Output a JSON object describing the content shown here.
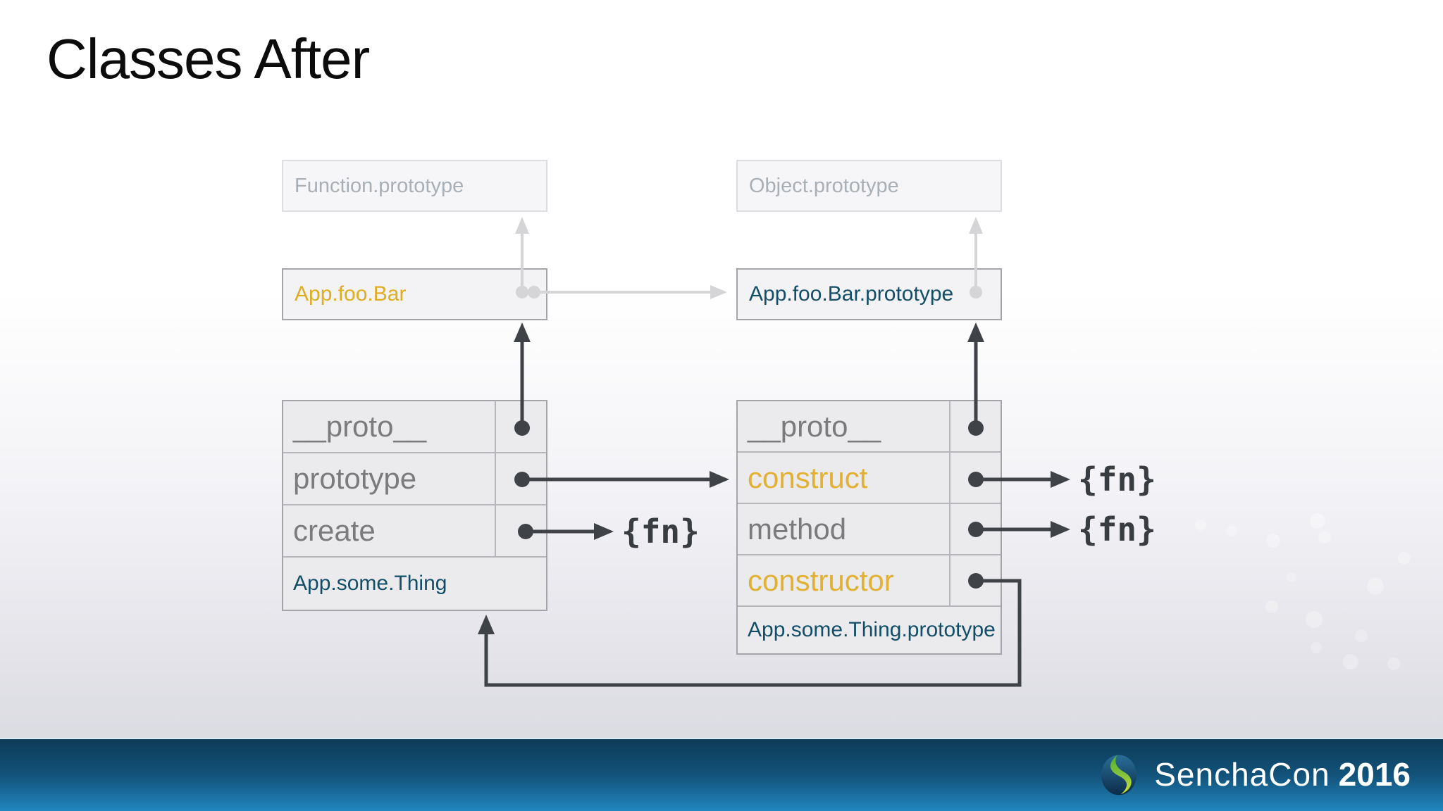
{
  "slide": {
    "title": "Classes After"
  },
  "diagram": {
    "boxes": {
      "function_prototype": {
        "label": "Function.prototype"
      },
      "object_prototype": {
        "label": "Object.prototype"
      },
      "app_foo_bar": {
        "label": "App.foo.Bar"
      },
      "app_foo_bar_prototype": {
        "label": "App.foo.Bar.prototype"
      }
    },
    "left_table": {
      "rows": [
        {
          "label": "__proto__"
        },
        {
          "label": "prototype"
        },
        {
          "label": "create"
        }
      ],
      "footer": "App.some.Thing"
    },
    "right_table": {
      "rows": [
        {
          "label": "__proto__"
        },
        {
          "label": "construct"
        },
        {
          "label": "method"
        },
        {
          "label": "constructor"
        }
      ],
      "footer": "App.some.Thing.prototype"
    },
    "fn_labels": [
      "{fn}",
      "{fn}",
      "{fn}"
    ]
  },
  "footer": {
    "brand": "SenchaCon",
    "year": "2016",
    "logo": "sencha-logo"
  },
  "colors": {
    "accent_yellow": "#e2b033",
    "accent_teal": "#134e68",
    "row_label_gray": "#7b7b7e",
    "faded_box_text": "#a8afb6",
    "arrow_dark": "#3f4347",
    "arrow_faded": "#d5d5d8",
    "footer_bar_top": "#0e3b57",
    "footer_bar_bottom": "#2286bf"
  }
}
